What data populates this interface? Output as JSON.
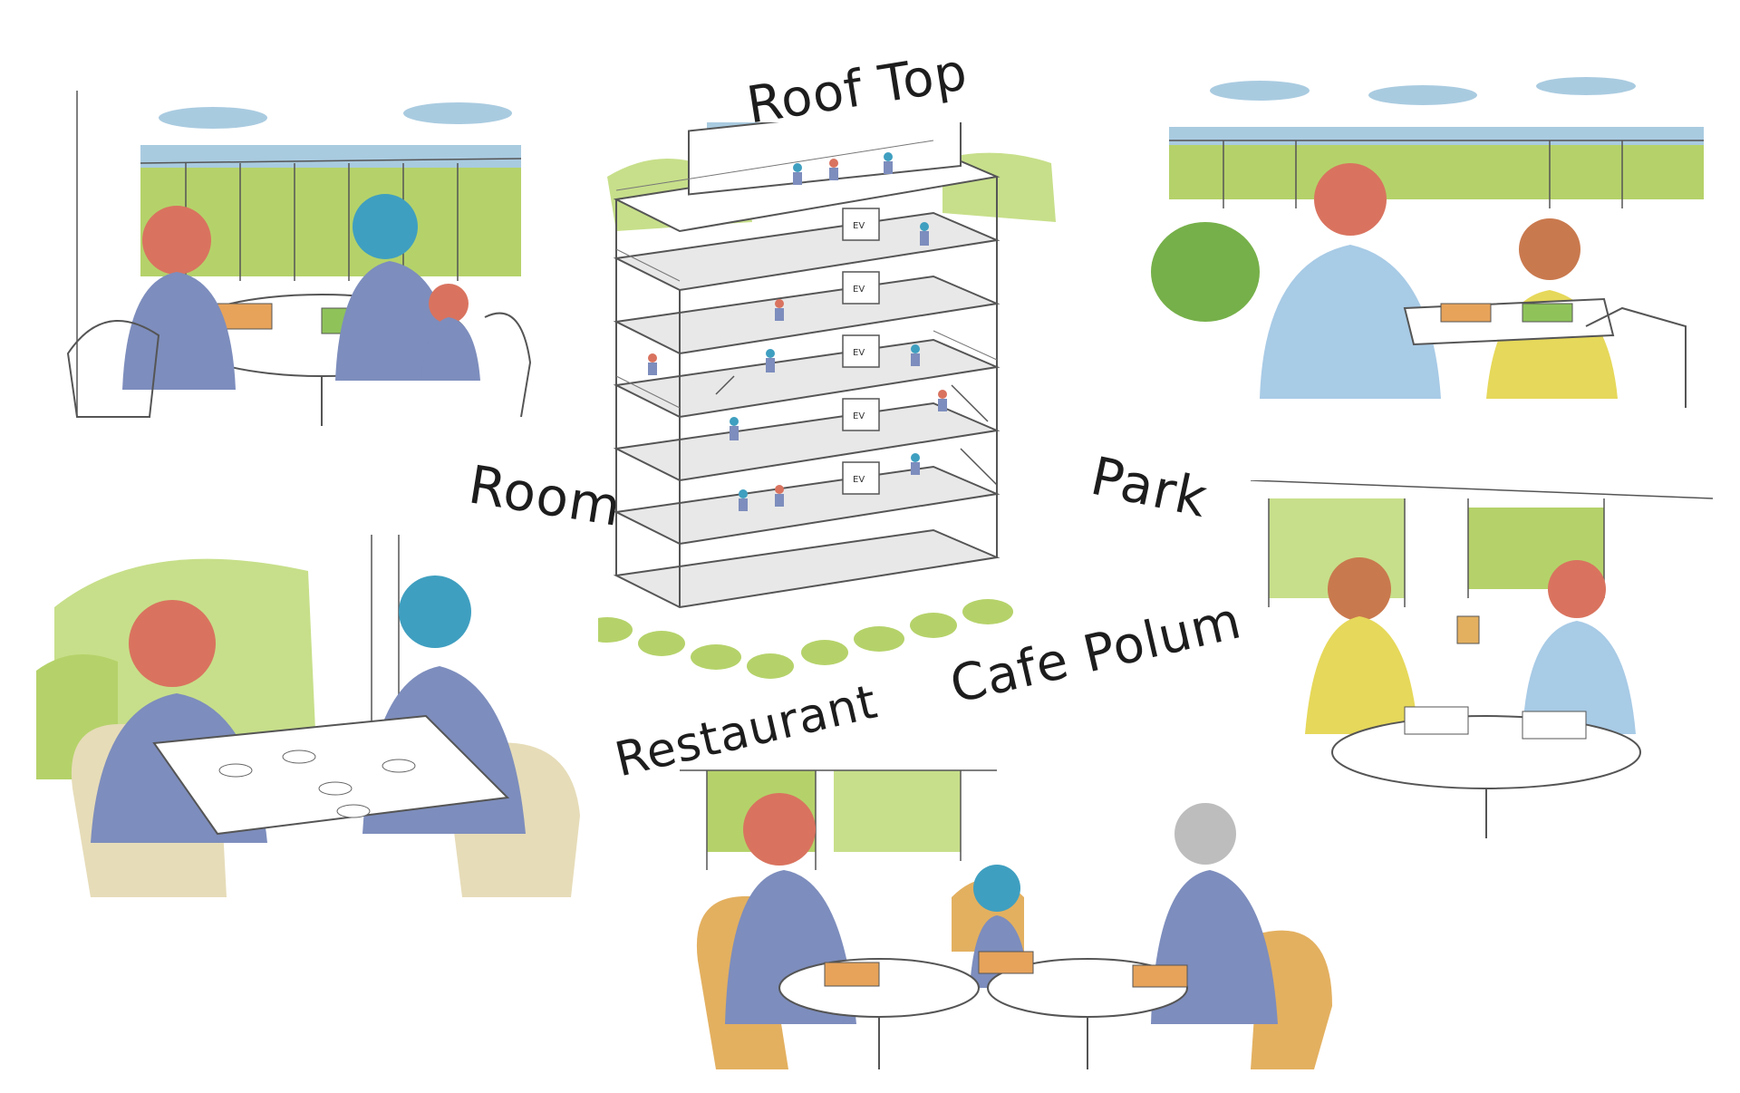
{
  "labels": {
    "rooftop": "Roof Top",
    "room": "Room",
    "park": "Park",
    "restaurant": "Restaurant",
    "cafe": "Cafe Polum"
  },
  "building": {
    "elevator_labels": [
      "EV",
      "EV",
      "EV",
      "EV",
      "EV"
    ]
  },
  "colors": {
    "line": "#555555",
    "blue_shirt": "#7d8dbd",
    "teal_hair": "#3f9fc0",
    "red_hair": "#d9735f",
    "greenery": "#b5d26a",
    "dark_green": "#76b04a",
    "sky": "#a9cbe0",
    "yellow": "#e6d85a",
    "orange_chair": "#e3b060",
    "beige_chair": "#e6dcb8",
    "light_blue": "#a8cbe6"
  }
}
